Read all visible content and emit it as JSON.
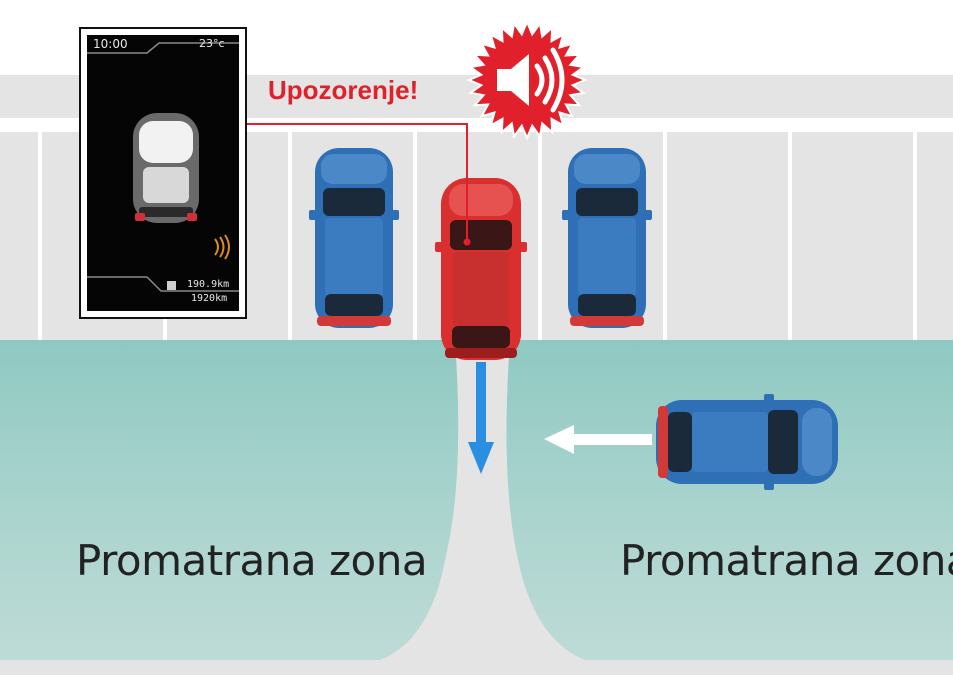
{
  "warning": {
    "text": "Upozorenje!"
  },
  "display": {
    "time": "10:00",
    "temperature": "23°c",
    "trip_1": "190.9km",
    "trip_2": "1920km"
  },
  "zones": {
    "left_label": "Promatrana zona",
    "right_label": "Promatrana zona"
  },
  "icons": {
    "warning_badge": "speaker-icon",
    "display_alert": "radar-wave-icon"
  },
  "colors": {
    "zone_fill": "#7fc4bb",
    "own_car": "#d9302f",
    "parked_car": "#2f6fb6",
    "approaching_car": "#2f6fb6",
    "warning_red": "#e0202a",
    "reverse_arrow": "#2a8fe0",
    "cross_arrow": "#ffffff"
  }
}
